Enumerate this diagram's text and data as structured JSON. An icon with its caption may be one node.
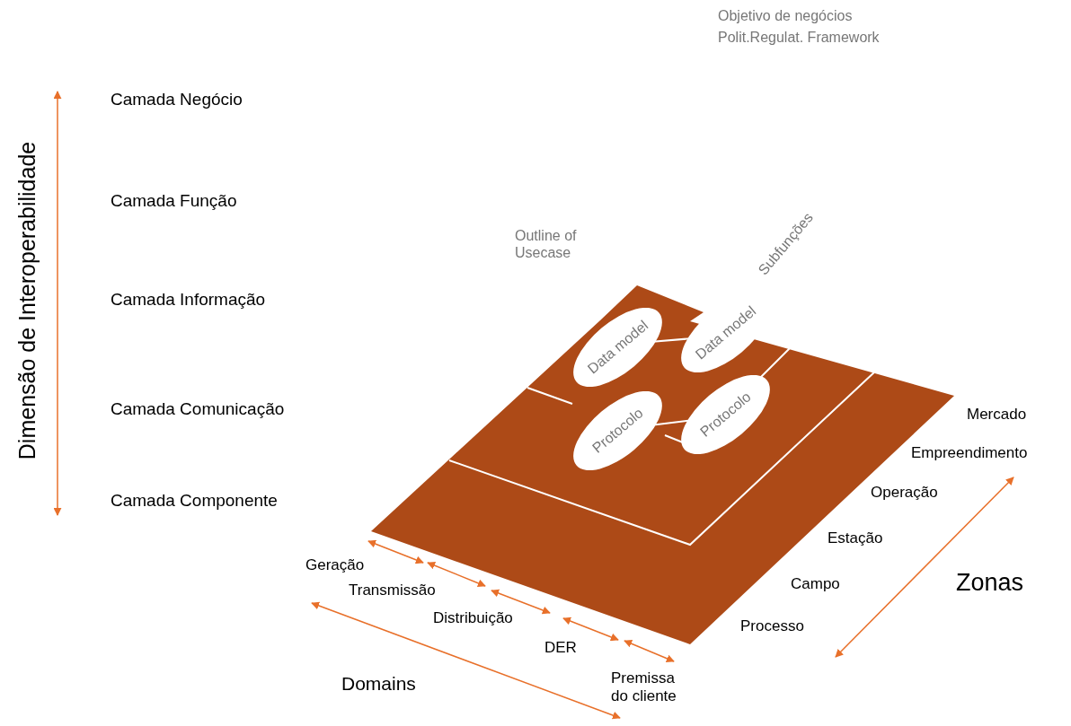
{
  "diagram": {
    "nodes": [
      {
        "text": [
          "Data model"
        ]
      },
      {
        "text": [
          "Data model"
        ]
      },
      {
        "text": [
          "Protocolo"
        ]
      },
      {
        "text": [
          "Protocolo"
        ]
      }
    ],
    "edges": [
      {
        "from": 0,
        "to": 1,
        "arrow": "none"
      },
      {
        "from": 2,
        "to": 3,
        "arrow": "none"
      }
    ],
    "labels": [
      "Objetivo de negócios",
      "Polit.Regulat. Framework",
      "Dimensão de Interoperabilidade",
      "Camada Negócio",
      "Camada Função",
      "Outline of Usecase",
      "Subfunções",
      "Camada Informação",
      "Camada Comunicação",
      "Mercado",
      "Empreendimento",
      "Operação",
      "Camada Componente",
      "Estação",
      "Geração",
      "Campo",
      "Transmissão",
      "Zonas",
      "Distribuição",
      "Processo",
      "DER",
      "Domains",
      "Premissa do cliente"
    ]
  }
}
